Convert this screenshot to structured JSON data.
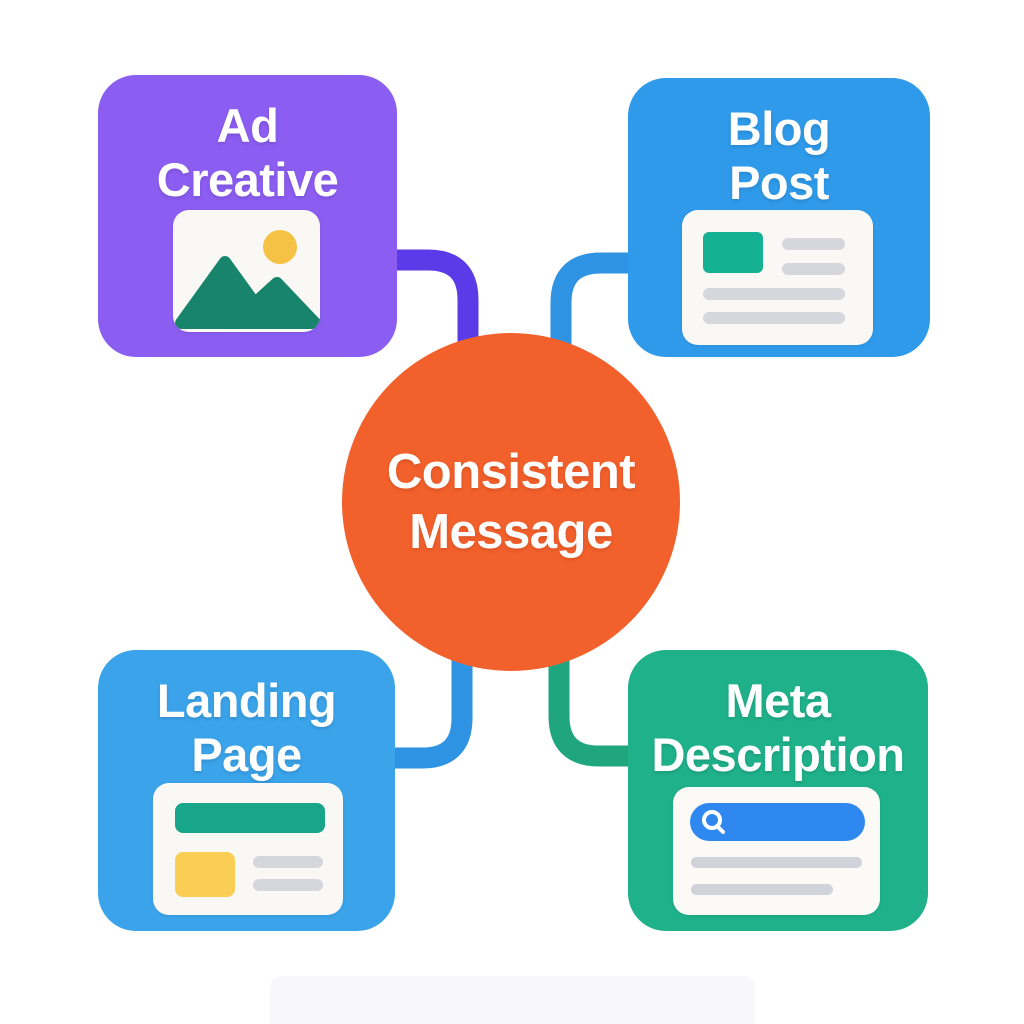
{
  "text_color": "#FFFFFF",
  "background": {
    "color": "#FFFFFF",
    "footer_bar_color": "#F8F8FA"
  },
  "center_node": {
    "line1": "Consistent",
    "line2": "Message",
    "color": "#F2602C"
  },
  "nodes": {
    "ad_creative": {
      "line1": "Ad",
      "line2": "Creative",
      "color": "#8B5DF1",
      "icon": "image-placeholder-icon",
      "icon_colors": {
        "card": "#FAF8F4",
        "sun": "#F6C245",
        "mountains": "#17846B"
      }
    },
    "blog_post": {
      "line1": "Blog",
      "line2": "Post",
      "color": "#2F9AE9",
      "icon": "article-icon",
      "icon_colors": {
        "card": "#FAF8F4",
        "thumbnail": "#14B194",
        "lines": "#D5D7DC"
      }
    },
    "landing_page": {
      "line1": "Landing",
      "line2": "Page",
      "color": "#3BA3E9",
      "icon": "webpage-icon",
      "icon_colors": {
        "card": "#FAF8F4",
        "header": "#18A68B",
        "block": "#FACD55",
        "lines": "#D5D7DC"
      }
    },
    "meta_description": {
      "line1": "Meta",
      "line2": "Description",
      "color": "#1FB18A",
      "icon": "search-result-icon",
      "icon_colors": {
        "card": "#FBFAF7",
        "search_bar": "#2F87F0",
        "magnifier": "#FFFFFF",
        "lines": "#D0D3D9"
      }
    }
  },
  "connectors": {
    "top_left": {
      "color": "#5A3BE8"
    },
    "top_right": {
      "color": "#2E93E2"
    },
    "bottom_left": {
      "color": "#2E93E2"
    },
    "bottom_right": {
      "color": "#1FA67E"
    }
  }
}
